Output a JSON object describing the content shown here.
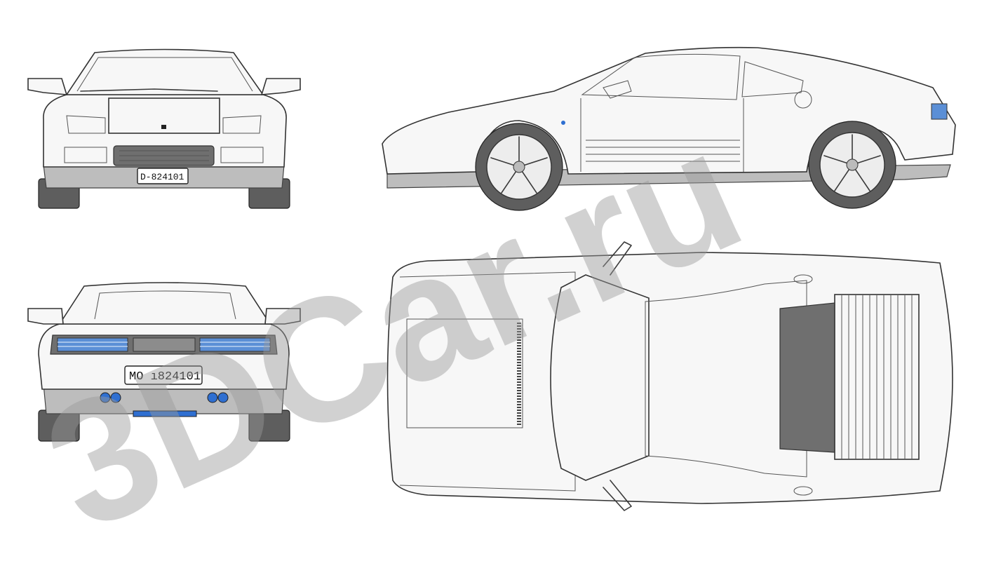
{
  "front_plate": "D-824101",
  "rear_plate": "MO ı824101",
  "watermark": "3DCar.ru",
  "colors": {
    "line": "#3a3a3a",
    "body": "#f7f7f7",
    "tire": "#5e5e5e",
    "taillight_blue": "#5b8fd6",
    "exhaust_blue": "#2f6fd1",
    "watermark": "#9a9a9a"
  }
}
